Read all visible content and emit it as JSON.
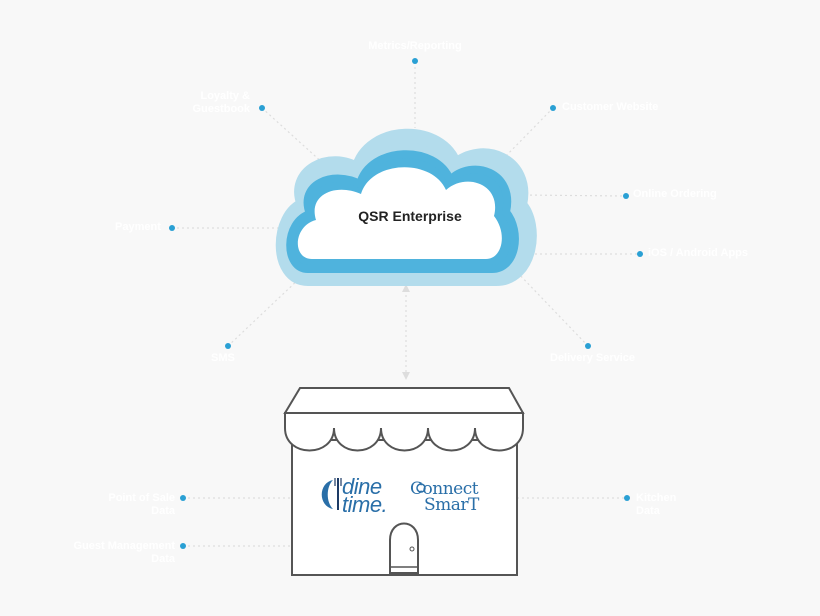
{
  "cloud": {
    "title": "QSR Enterprise"
  },
  "nodes": {
    "metrics": "Metrics/Reporting",
    "loyalty": "Loyalty &\nGuestbook",
    "customer_website": "Customer Website",
    "online_ordering": "Online Ordering",
    "payment": "Payment",
    "apps": "iOS / Android Apps",
    "sms": "SMS",
    "delivery": "Delivery Service",
    "pos": "Point of Sale\nData",
    "guest_mgmt": "Guest Management\nData",
    "kitchen": "Kitchen\nData"
  },
  "store": {
    "brand_dine": "dine",
    "brand_dine_2": "time.",
    "brand_connect": "Connect",
    "brand_smart": "SmarT"
  },
  "colors": {
    "background": "#f8f8f8",
    "cloud_outer": "#b3dcec",
    "cloud_ring": "#4fb3dd",
    "dot": "#2aa0d4",
    "store_stroke": "#555555",
    "brand": "#2a6fa8"
  }
}
